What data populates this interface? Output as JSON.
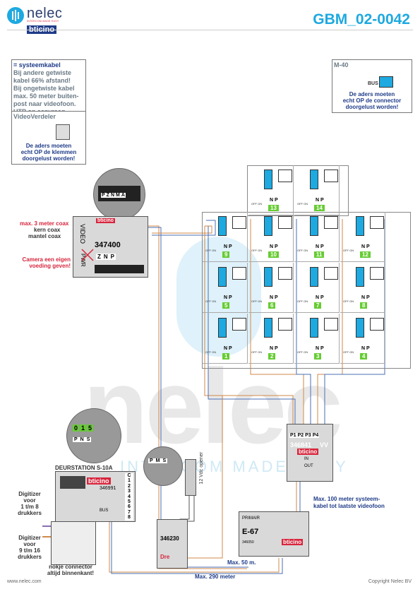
{
  "header": {
    "brand": "nelec",
    "tagline": "INTERCOM MADE EASY",
    "sub_brand": "bticino",
    "doc_code": "GBM_02-0042"
  },
  "notes": {
    "systemcable": {
      "title": "= systeemkabel",
      "lines": [
        "Bij andere getwiste",
        "kabel 66% afstand!",
        "Bij ongetwiste kabel",
        "max. 50 meter buiten-",
        "post naar videofoon.",
        "UTP op aanvraag."
      ]
    },
    "videoverdeler": {
      "title": "VideoVerdeler",
      "lines": [
        "De aders moeten",
        "echt OP de klemmen",
        "doorgelust worden!"
      ]
    },
    "m40": {
      "title": "M-40",
      "bus": "BUS",
      "lines": [
        "De aders moeten",
        "echt OP de connector",
        "doorgelust worden!"
      ]
    }
  },
  "camera": {
    "coax_max": "max. 3 meter coax",
    "kern": "kern coax",
    "mantel": "mantel coax",
    "own_power": [
      "Camera een eigen",
      "voeding geven!"
    ],
    "video": "VIDEO",
    "pwr": "PWR",
    "model": "347400",
    "brand": "bticino",
    "terminals": [
      "P",
      "Z",
      "N",
      "M",
      "A"
    ],
    "terminals_bottom": [
      "Z",
      "N",
      "P"
    ]
  },
  "door_station": {
    "title": "DEURSTATION S-10A",
    "model": "346991",
    "brand": "bticino",
    "bus": "BUS",
    "numbers": [
      "C",
      "1",
      "2",
      "3",
      "4",
      "5",
      "6",
      "7",
      "8"
    ],
    "dial": [
      "0",
      "1",
      "5"
    ],
    "dial_terminals": [
      "P",
      "N",
      "S"
    ],
    "digitizer1": [
      "Digitizer",
      "voor",
      "1 t/m 8",
      "drukkers"
    ],
    "digitizer2": [
      "Digitizer",
      "voor",
      "9 t/m 16",
      "drukkers"
    ],
    "connector_note": [
      "nokje connector",
      "altijd binnenkant!"
    ]
  },
  "relay": {
    "model": "346230",
    "opener": "12 Vdc opener",
    "terminals": [
      "P",
      "M",
      "S"
    ],
    "bottom": "Dre"
  },
  "psu": {
    "label": "PRIMAIR",
    "model": "E-67",
    "code": "346050",
    "brand": "bticino"
  },
  "distributor": {
    "ports": [
      "P1",
      "P2",
      "P3",
      "P4"
    ],
    "model": "346841",
    "vv": "VV",
    "brand": "bticino",
    "in": "IN",
    "out": "OUT"
  },
  "cable_notes": {
    "max100": [
      "Max. 100 meter systeem-",
      "kabel tot laatste videofoon"
    ],
    "max50": "Max. 50 m.",
    "max290": "Max. 290 meter"
  },
  "monitors": {
    "off_on": "OFF ON",
    "n": "N",
    "p": "P",
    "numbers": [
      "1",
      "2",
      "3",
      "4",
      "5",
      "6",
      "7",
      "8",
      "9",
      "10",
      "11",
      "12",
      "13",
      "14"
    ]
  },
  "watermark": {
    "word": "nelec",
    "tagline": "INTERCOM MADE EASY"
  },
  "footer": {
    "left": "www.nelec.com",
    "right": "Copyright Nelec BV"
  }
}
